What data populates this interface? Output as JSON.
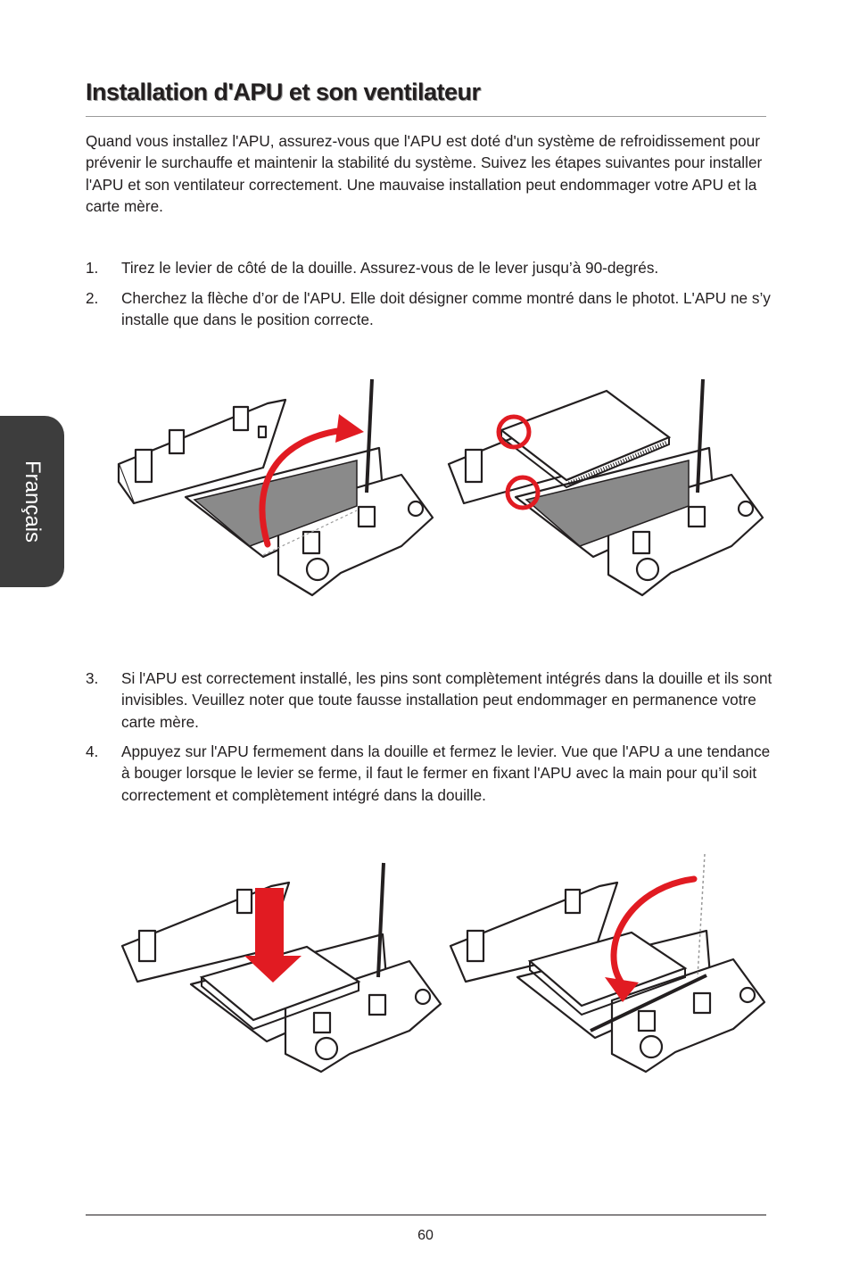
{
  "page": {
    "title": "Installation d'APU et son ventilateur",
    "side_tab": "Français",
    "intro": "Quand vous installez l'APU, assurez-vous que l'APU est doté d'un système de refroidissement pour prévenir le surchauffe et maintenir la stabilité du système. Suivez les étapes suivantes pour installer l'APU et son ventilateur correctement. Une mauvaise installation peut endommager votre APU et la carte mère.",
    "steps": [
      {
        "num": "1.",
        "text": "Tirez le levier de côté de la douille. Assurez-vous de le lever jusqu’à 90-degrés."
      },
      {
        "num": "2.",
        "text": "Cherchez la flèche d’or de l'APU. Elle doit désigner comme montré dans le photot. L'APU ne s’y installe que dans le position correcte."
      },
      {
        "num": "3.",
        "text": "Si l'APU est correctement installé, les pins sont complètement intégrés dans la douille et ils sont invisibles. Veuillez noter que toute fausse installation peut endommager en permanence votre carte mère."
      },
      {
        "num": "4.",
        "text": "Appuyez sur l'APU fermement dans la douille et fermez le levier. Vue que l'APU a une tendance à bouger lorsque le levier se ferme, il faut le fermer en fixant l'APU avec la main pour qu’il soit correctement et complètement intégré dans la douille."
      }
    ],
    "page_number": "60"
  },
  "colors": {
    "text": "#231f20",
    "side_tab_bg": "#3d3d3d",
    "accent_red": "#e11b22",
    "socket_gray": "#8a8a8a"
  }
}
